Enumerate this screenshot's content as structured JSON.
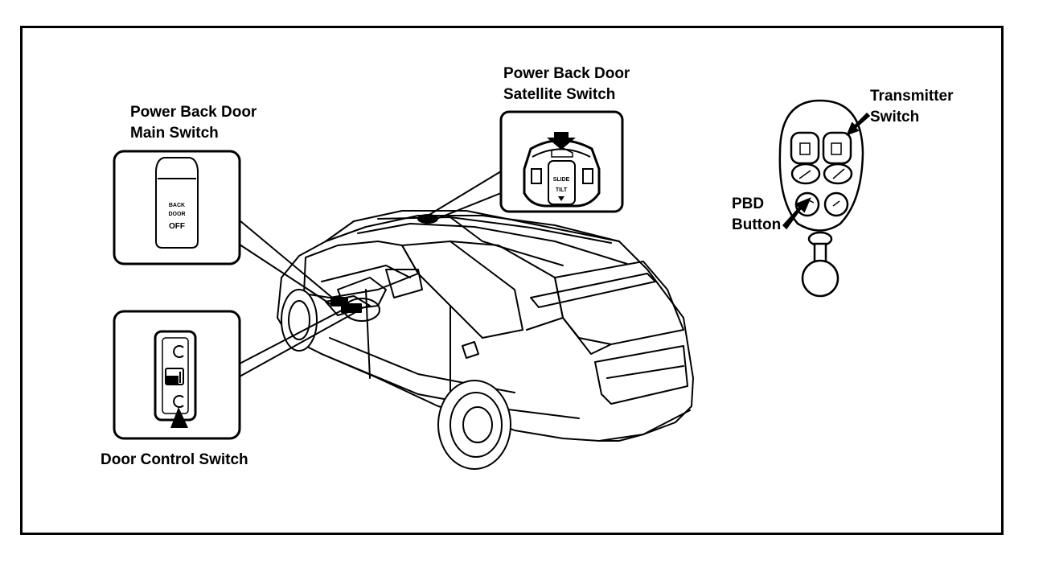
{
  "labels": {
    "main_switch": [
      "Power Back Door",
      "Main Switch"
    ],
    "satellite_switch": [
      "Power Back Door",
      "Satellite Switch"
    ],
    "transmitter_switch": [
      "Transmitter",
      "Switch"
    ],
    "pbd_button": [
      "PBD",
      "Button"
    ],
    "door_control_switch": [
      "Door Control Switch"
    ]
  },
  "switch_text": {
    "main_switch_lines": [
      "BACK",
      "DOOR",
      "OFF"
    ],
    "satellite_center_top": "SLIDE",
    "satellite_center_bottom": "TILT"
  },
  "colors": {
    "line": "#000000",
    "background": "#ffffff"
  }
}
